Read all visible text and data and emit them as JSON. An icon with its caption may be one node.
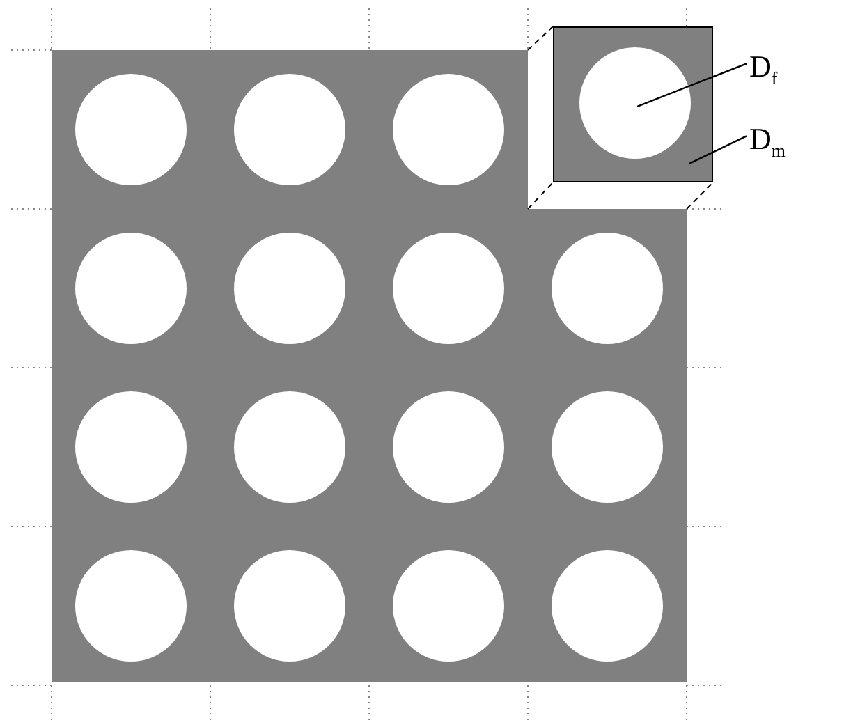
{
  "diagram": {
    "nodes": [
      {
        "text": [],
        "shape": "box"
      },
      {
        "text": [],
        "shape": "circle",
        "in": 0
      },
      {
        "text": [
          "D$_{f}$"
        ]
      },
      {
        "text": [
          "D$_{m}$"
        ]
      }
    ],
    "edges": [
      {
        "from": 2,
        "to": 1,
        "arrow": "none"
      },
      {
        "from": 3,
        "to": 0,
        "arrow": "none"
      }
    ]
  }
}
